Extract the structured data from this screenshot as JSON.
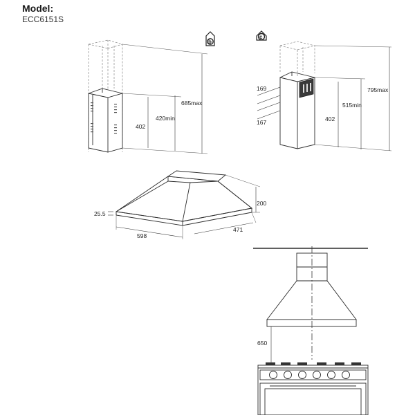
{
  "header": {
    "model_label": "Model:",
    "model_number": "ECC6151S"
  },
  "icons": {
    "ducted": "b",
    "recirculating": "c"
  },
  "dimensions": {
    "left_chimney": {
      "d402": "402",
      "d420min": "420min",
      "d685max": "685max"
    },
    "right_chimney": {
      "d169": "169",
      "d167": "167",
      "d402": "402",
      "d515min": "515min",
      "d795max": "795max"
    },
    "hood": {
      "thickness": "25.5",
      "width": "598",
      "height": "200",
      "depth": "471"
    },
    "install": {
      "clearance": "650"
    }
  }
}
